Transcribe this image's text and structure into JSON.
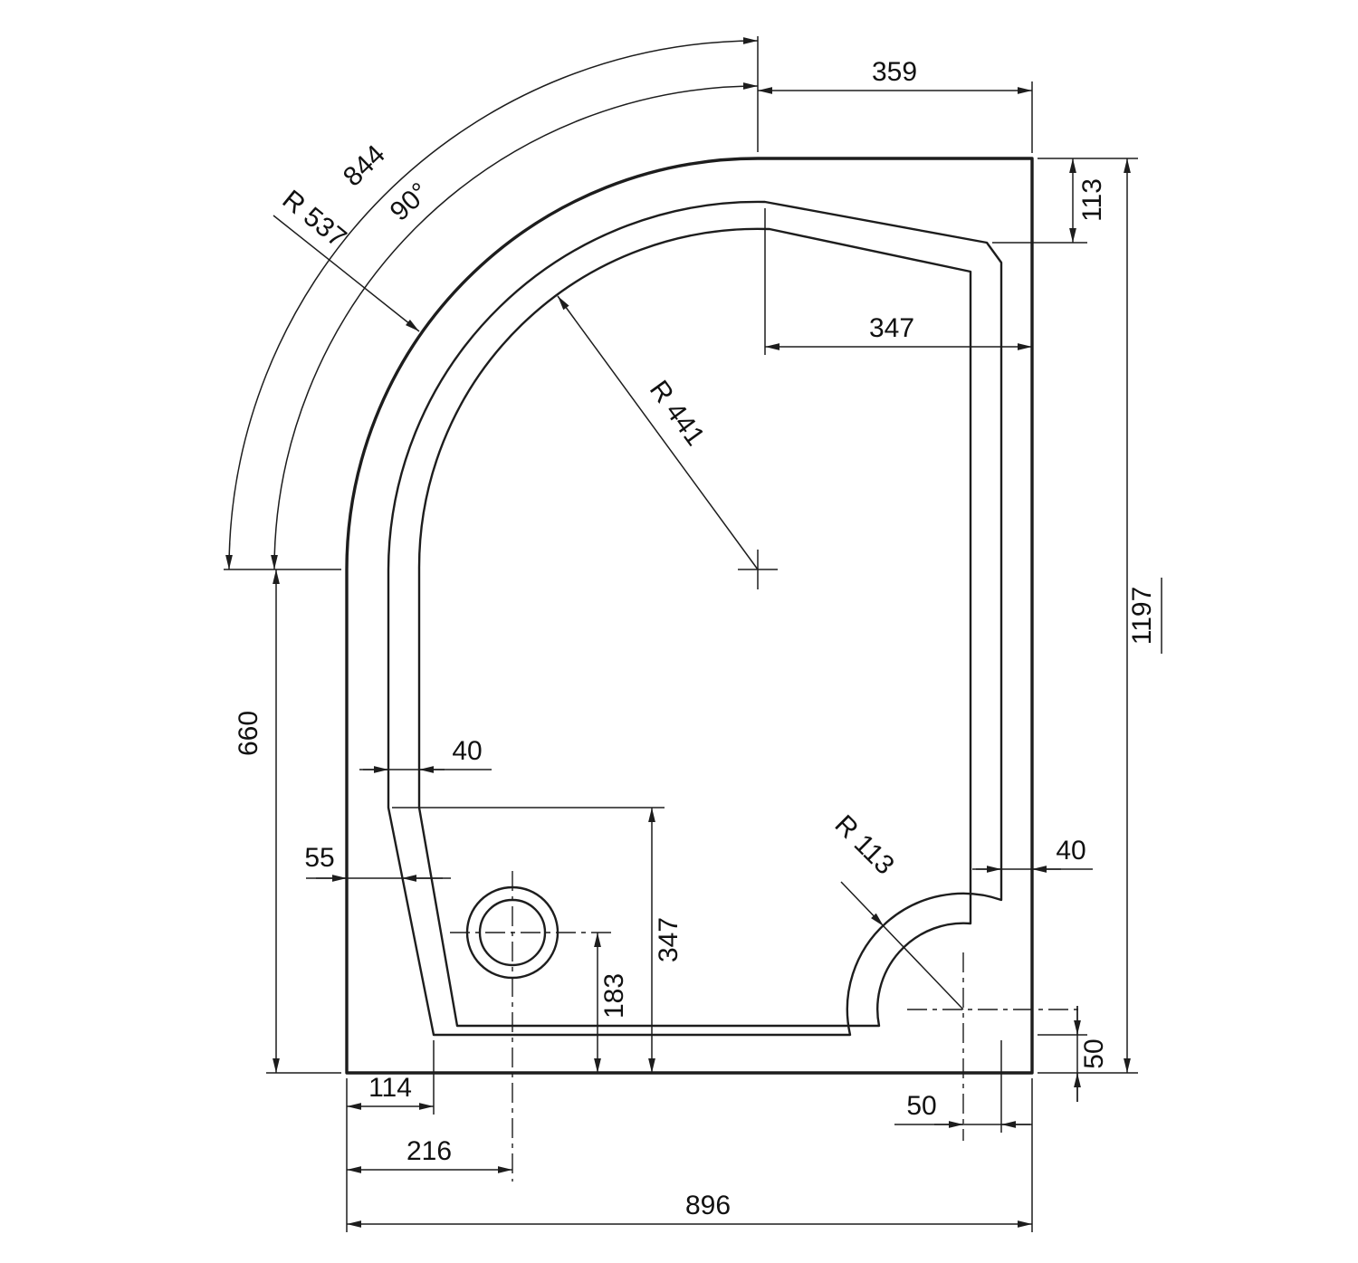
{
  "colors": {
    "line": "#1d1d1d",
    "background": "#ffffff"
  },
  "dimensions": {
    "top_flat_width": "359",
    "arc_length": "844",
    "corner_angle": "90°",
    "outer_corner_radius": "R 537",
    "top_right_rim_depth": "113",
    "inner_top_width": "347",
    "inner_corner_radius": "R 441",
    "overall_height": "1197",
    "left_straight_height": "660",
    "left_wall_thickness": "40",
    "left_rim_width": "55",
    "waste_corner_radius": "R 113",
    "right_rim_width": "40",
    "slant_section_height": "347",
    "drain_center_height": "183",
    "slant_bottom_width": "114",
    "drain_center_offset": "216",
    "corner_center_offset": "50",
    "bottom_rim_width": "50",
    "overall_width": "896"
  }
}
